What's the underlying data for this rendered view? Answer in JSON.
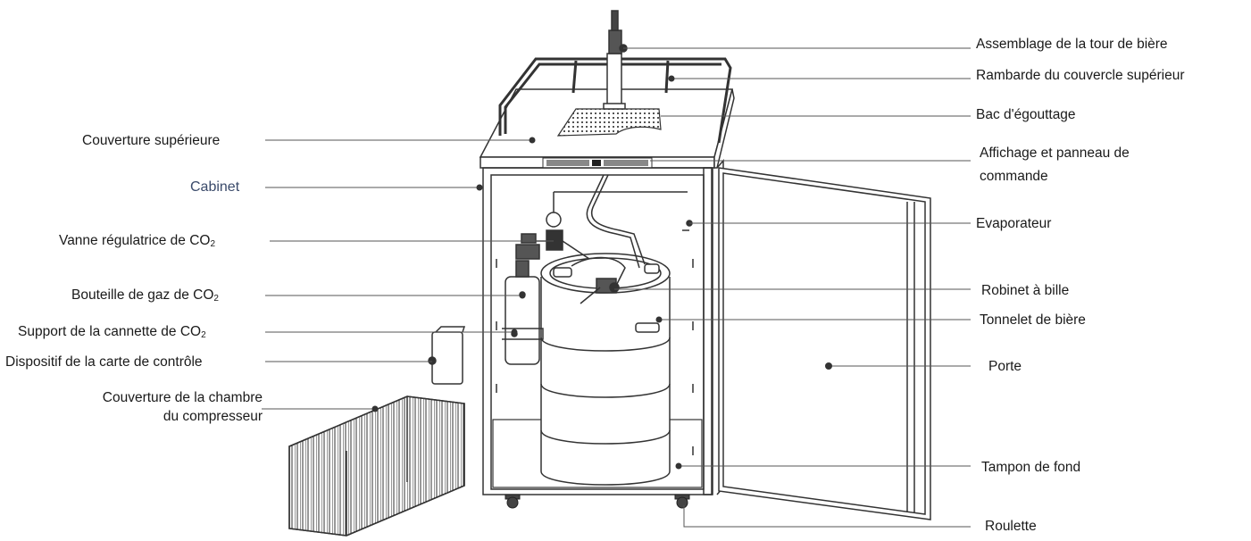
{
  "labels_left": {
    "couverture_superieure": "Couverture supérieure",
    "cabinet": "Cabinet",
    "vanne": "Vanne régulatrice de CO",
    "vanne_sub": "2",
    "bouteille": "Bouteille de gaz de CO",
    "bouteille_sub": "2",
    "support": "Support de la cannette de CO",
    "support_sub": "2",
    "dispositif": "Dispositif de la carte de contrôle",
    "couverture_chambre_1": "Couverture de la chambre",
    "couverture_chambre_2": "du compresseur"
  },
  "labels_right": {
    "tour": "Assemblage de la tour de bière",
    "rambarde": "Rambarde du couvercle supérieur",
    "bac": "Bac d'égouttage",
    "affichage_1": "Affichage et panneau de",
    "affichage_2": "commande",
    "evaporateur": "Evaporateur",
    "robinet": "Robinet à bille",
    "tonnelet": "Tonnelet de bière",
    "porte": "Porte",
    "tampon": "Tampon de fond",
    "roulette": "Roulette"
  },
  "colors": {
    "stroke": "#333333",
    "leader": "#555555",
    "cabinet_label": "#3a4a6a"
  }
}
